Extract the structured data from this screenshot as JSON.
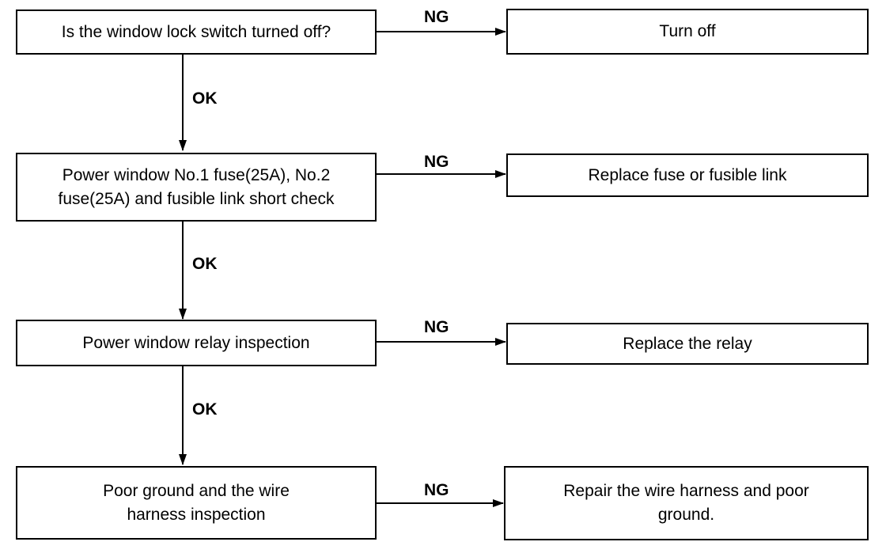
{
  "flow": {
    "steps": [
      {
        "check": "Is the window lock switch turned off?",
        "ng_action": "Turn off",
        "ok_label": "OK",
        "ng_label": "NG"
      },
      {
        "check": "Power window No.1 fuse(25A), No.2 fuse(25A) and fusible link short check",
        "ng_action": "Replace fuse or fusible link",
        "ok_label": "OK",
        "ng_label": "NG"
      },
      {
        "check": "Power window relay inspection",
        "ng_action": "Replace the relay",
        "ok_label": "OK",
        "ng_label": "NG"
      },
      {
        "check": "Poor ground and the wire harness inspection",
        "ng_action": "Repair the wire harness and poor ground.",
        "ng_label": "NG"
      }
    ]
  }
}
